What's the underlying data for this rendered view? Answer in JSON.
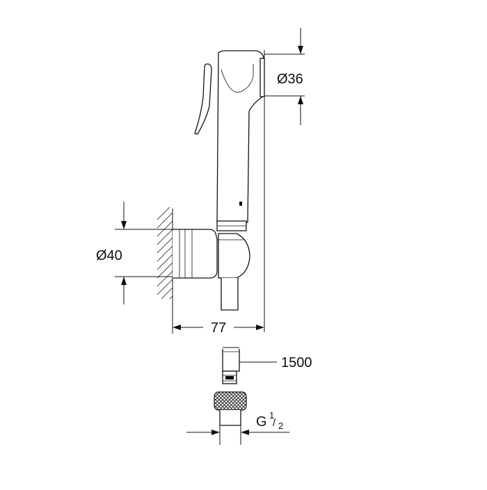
{
  "dimensions": {
    "head_diameter": "Ø36",
    "holder_diameter": "Ø40",
    "depth": "77",
    "hose_length": "1500",
    "thread_prefix": "G",
    "thread_num": "1",
    "thread_den": "2"
  },
  "colors": {
    "line": "#111111",
    "background": "#ffffff"
  }
}
